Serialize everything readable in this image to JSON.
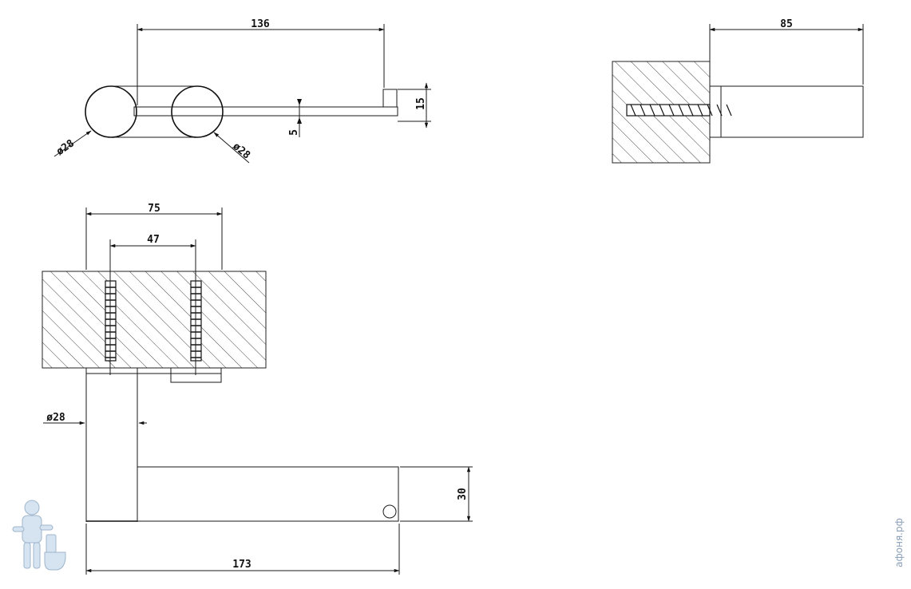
{
  "drawing": {
    "dimensions": {
      "top_length": "136",
      "top_thickness": "5",
      "top_height": "15",
      "top_left_diameter": "ø28",
      "top_right_diameter": "ø28",
      "side_depth": "85",
      "front_width": "75",
      "screw_spacing": "47",
      "front_diameter": "ø28",
      "front_arm_height": "30",
      "front_total_length": "173"
    },
    "watermark": "афоня.рф"
  }
}
